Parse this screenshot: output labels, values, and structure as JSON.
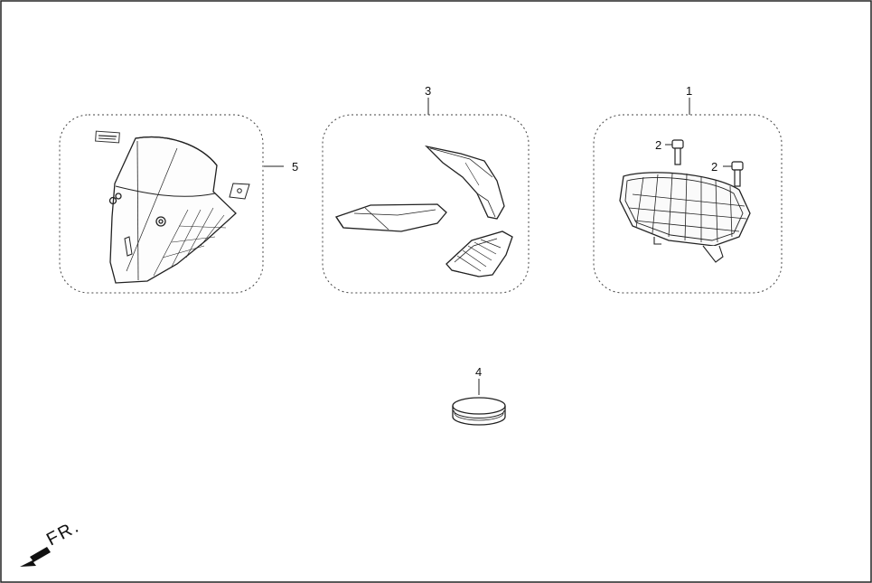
{
  "callouts": {
    "windscreen_kit": "5",
    "side_cover_kit": "3",
    "headlight_guard_kit": "1",
    "bolt_a": "2",
    "bolt_b": "2",
    "ring": "4"
  },
  "direction_label": "FR."
}
